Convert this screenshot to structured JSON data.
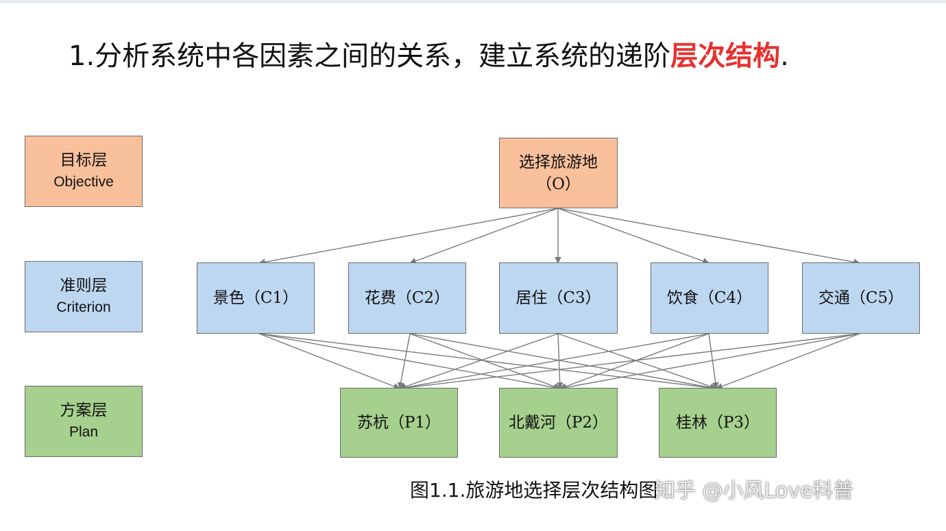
{
  "heading": {
    "prefix": "1.分析系统中各因素之间的关系，建立系统的递阶",
    "highlight": "层次结构",
    "suffix": ".",
    "highlight_color": "#e8302f"
  },
  "layers": [
    {
      "cn": "目标层",
      "en": "Objective"
    },
    {
      "cn": "准则层",
      "en": "Criterion"
    },
    {
      "cn": "方案层",
      "en": "Plan"
    }
  ],
  "goal": {
    "line1": "选择旅游地",
    "line2": "（O）"
  },
  "criteria": [
    {
      "label": "景色（C1）"
    },
    {
      "label": "花费（C2）"
    },
    {
      "label": "居住（C3）"
    },
    {
      "label": "饮食（C4）"
    },
    {
      "label": "交通（C5）"
    }
  ],
  "plans": [
    {
      "label": "苏杭（P1）"
    },
    {
      "label": "北戴河（P2）"
    },
    {
      "label": "桂林（P3）"
    }
  ],
  "caption": "图1.1.旅游地选择层次结构图",
  "watermark": "知乎 @小风Love科普",
  "colors": {
    "objective": "#f9c09c",
    "criterion": "#bed7f1",
    "plan": "#a6d08e",
    "border": "#6a6a6a",
    "arrow": "#7a7a7a"
  }
}
